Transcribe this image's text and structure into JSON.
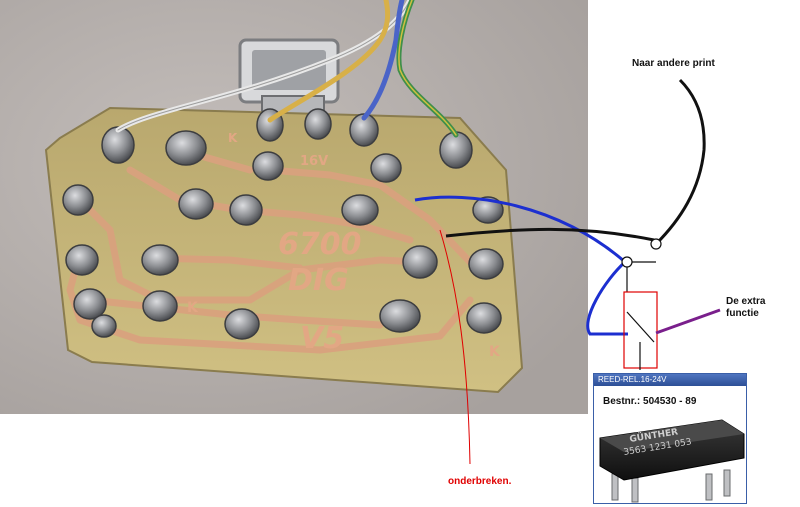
{
  "labels": {
    "print": "Naar andere print",
    "extra": "De extra functie",
    "onderbreken": "onderbreken."
  },
  "board": {
    "text_main": "6700",
    "text_dig": "DIG",
    "text_ver": "V5",
    "text_k": "K",
    "text_voltage": "16V"
  },
  "product": {
    "header": "REED-REL.16-24V",
    "order_number": "Bestnr.: 504530 - 89",
    "chip_line1": "GÜNTHER",
    "chip_line2": "3563 1231 053"
  },
  "colors": {
    "pcb": "#c9b776",
    "copper": "#d9a27e",
    "solder": "#8e9093",
    "wire_blue": "#1c2fd0",
    "wire_black": "#111111",
    "wire_purple": "#7a1f8c",
    "annotation_red": "#e00000"
  }
}
